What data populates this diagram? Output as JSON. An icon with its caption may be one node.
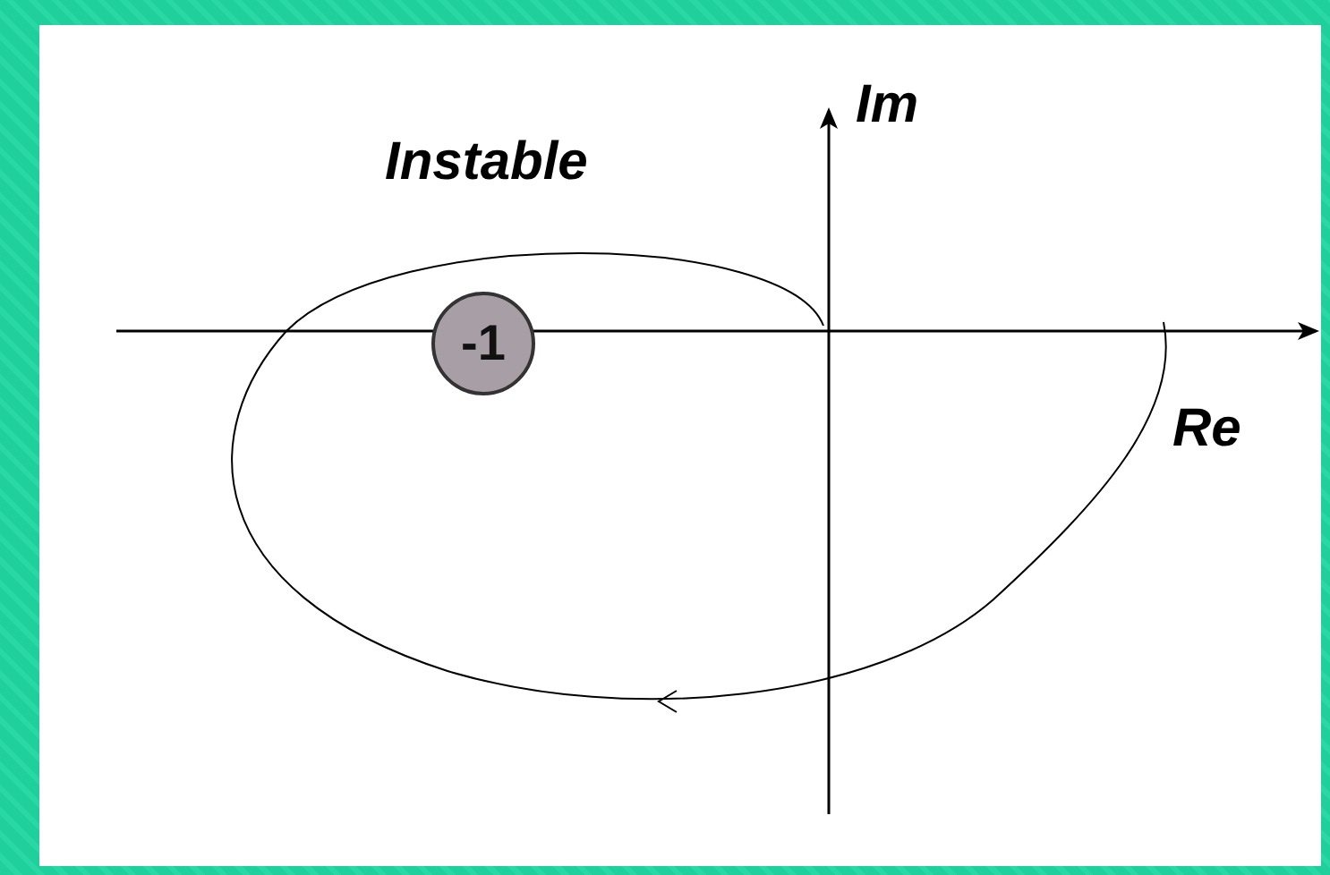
{
  "diagram": {
    "nodes": [
      {
        "text": [
          "-1"
        ]
      }
    ],
    "labels": [
      "Im",
      "Instable",
      "Re"
    ]
  }
}
